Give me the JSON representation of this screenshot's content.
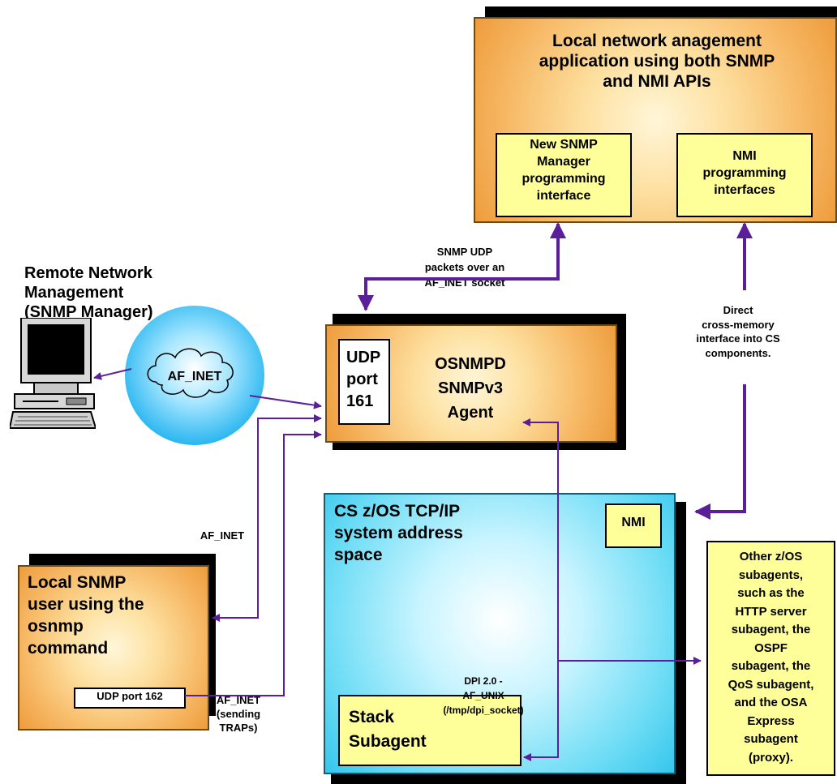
{
  "nm_app": {
    "title": "Local network anagement\napplication using both SNMP\nand NMI APIs",
    "snmp_manager_api": "New SNMP\nManager\nprogramming\ninterface",
    "nmi_api": "NMI\nprogramming\ninterfaces"
  },
  "remote_nm": {
    "title": "Remote Network\nManagement\n(SNMP Manager)"
  },
  "cloud": {
    "label": "AF_INET"
  },
  "agent": {
    "port": "UDP\nport\n161",
    "title": "OSNMPD\nSNMPv3\nAgent"
  },
  "labels": {
    "snmp_udp": "SNMP UDP\npackets over an\nAF_INET socket",
    "direct": "Direct\ncross-memory\ninterface into CS\ncomponents.",
    "af_inet_1": "AF_INET",
    "af_inet_2": "AF_INET\n(sending\nTRAPs)",
    "dpi": "DPI 2.0 -\nAF_UNIX\n(/tmp/dpi_socket)"
  },
  "tcpip": {
    "title": "CS z/OS TCP/IP\nsystem address\nspace",
    "nmi": "NMI",
    "stack": "Stack\nSubagent"
  },
  "local_user": {
    "title": "Local SNMP\nuser using the\nosnmp\ncommand",
    "port": "UDP port 162"
  },
  "other_subagents": {
    "text": "Other z/OS\nsubagents,\nsuch as the\nHTTP server\nsubagent, the\nOSPF\nsubagent, the\nQoS subagent,\nand the OSA\nExpress\nsubagent\n(proxy)."
  },
  "colors": {
    "line": "#5b1f9a",
    "orange": "#f6b560",
    "cyan": "#6cdcf5",
    "yellow": "#ffff99"
  }
}
